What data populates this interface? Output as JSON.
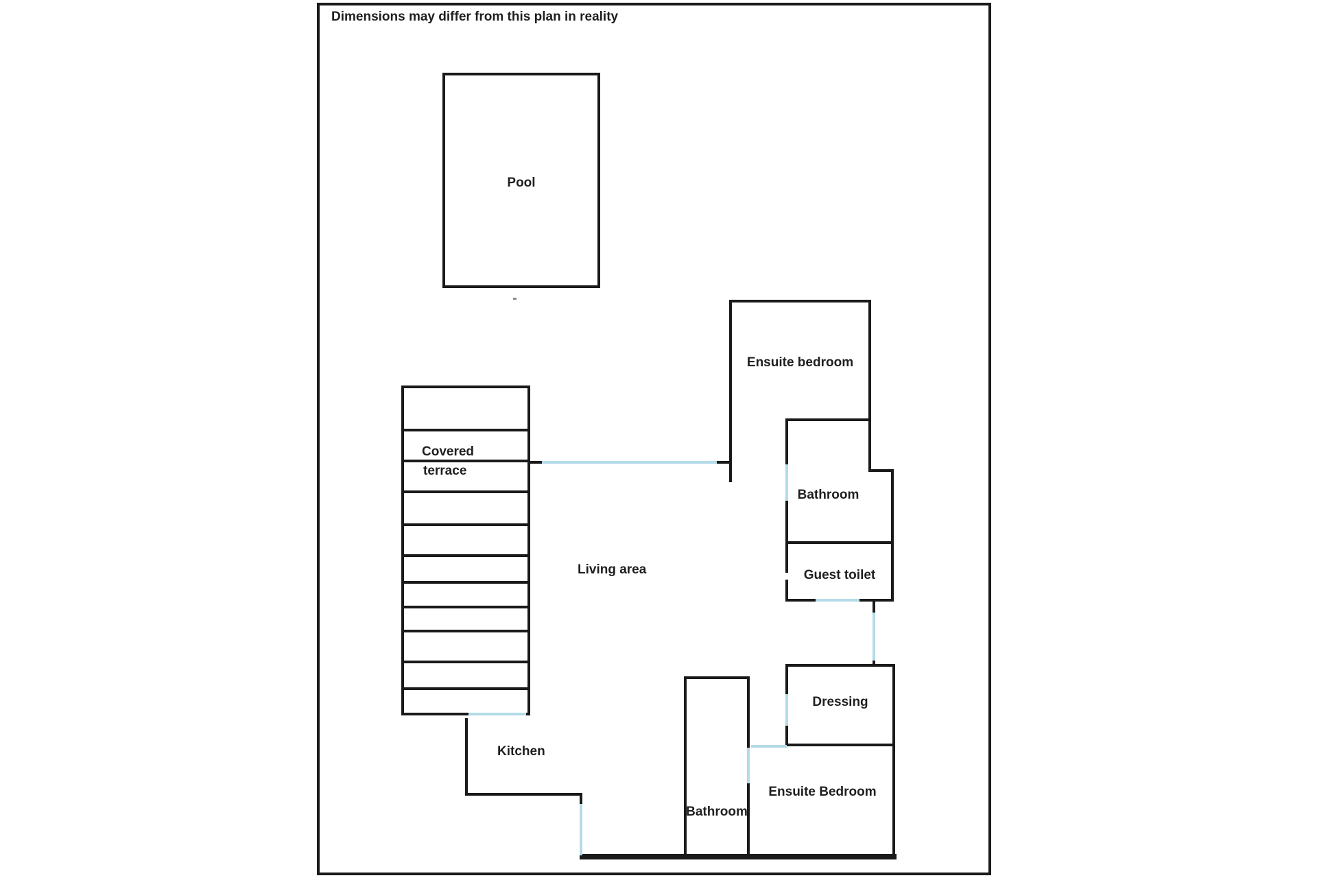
{
  "title": "Dimensions may differ from this plan in reality",
  "colors": {
    "wall": "#1a1a1a",
    "door": "#b4dbe8",
    "text": "#1f1f1f",
    "background": "#ffffff"
  },
  "rooms": {
    "pool": "Pool",
    "covered_terrace_line1": "Covered",
    "covered_terrace_line2": "terrace",
    "living_area": "Living area",
    "ensuite_bedroom_top": "Ensuite bedroom",
    "bathroom_top": "Bathroom",
    "guest_toilet": "Guest toilet",
    "dressing": "Dressing",
    "ensuite_bedroom_bottom": "Ensuite Bedroom",
    "bathroom_bottom": "Bathroom",
    "kitchen": "Kitchen"
  }
}
